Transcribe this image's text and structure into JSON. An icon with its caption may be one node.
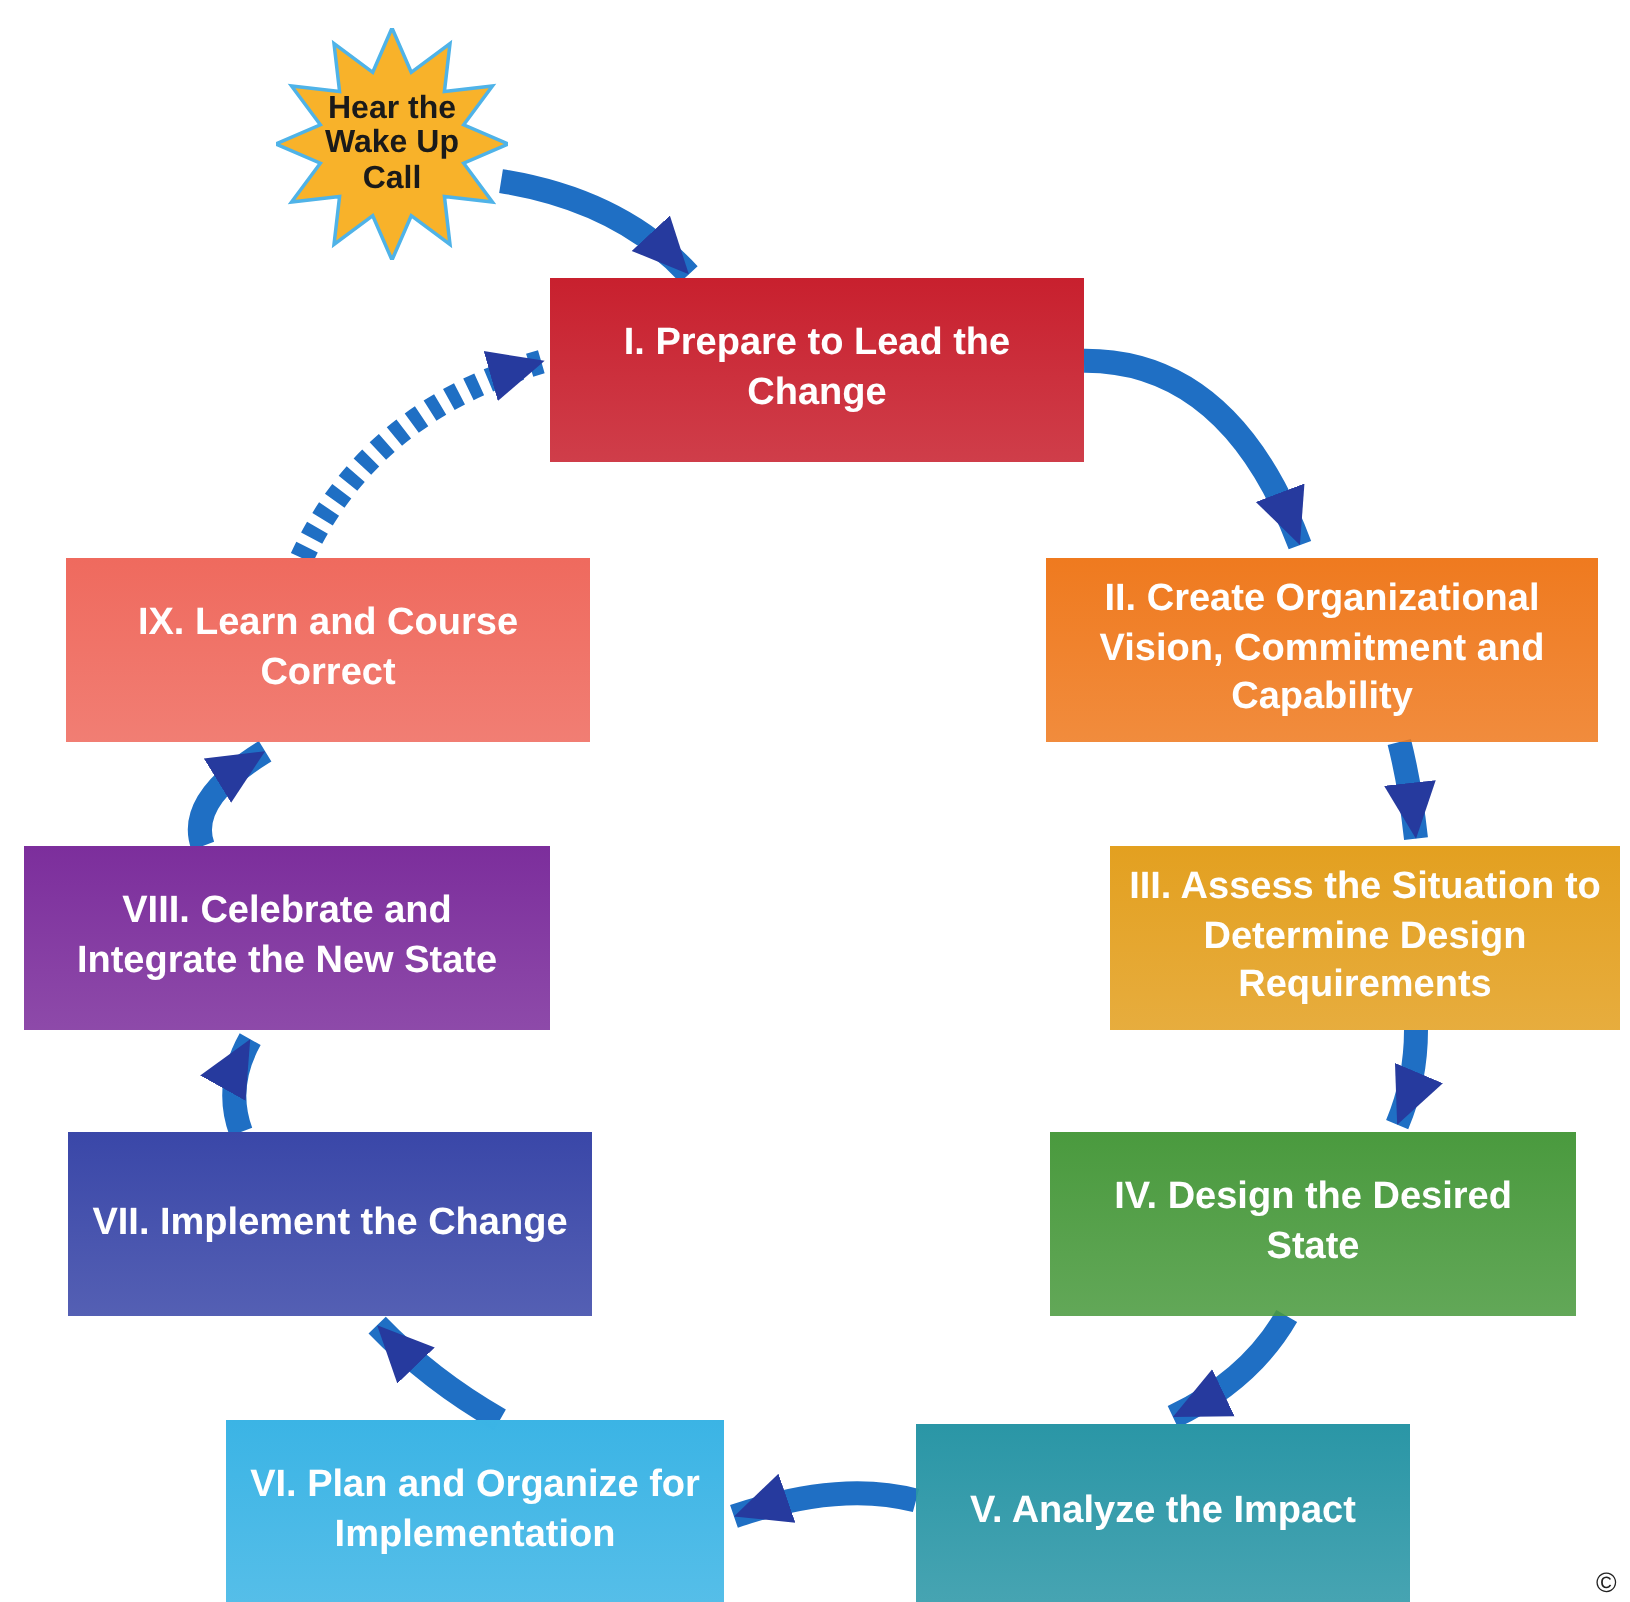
{
  "diagram": {
    "nodes": [
      {
        "text": [
          "Hear the Wake Up Call"
        ]
      },
      {
        "text": [
          "I.  Prepare to Lead the Change"
        ]
      },
      {
        "text": [
          "II.  Create Organizational Vision, Commitment and Capability"
        ]
      },
      {
        "text": [
          "III.  Assess the Situation to Determine Design Requirements"
        ]
      },
      {
        "text": [
          "IV.  Design the Desired State"
        ]
      },
      {
        "text": [
          "V.  Analyze the Impact"
        ]
      },
      {
        "text": [
          "VI.  Plan and Organize for Implementation"
        ]
      },
      {
        "text": [
          "VII.  Implement the Change"
        ]
      },
      {
        "text": [
          "VIII.  Celebrate and Integrate the New State"
        ]
      },
      {
        "text": [
          "IX.  Learn and Course Correct"
        ]
      }
    ],
    "edges": [
      {
        "from": 0,
        "to": 1,
        "arrow": "to"
      },
      {
        "from": 1,
        "to": 2,
        "arrow": "to"
      },
      {
        "from": 2,
        "to": 3,
        "arrow": "to"
      },
      {
        "from": 3,
        "to": 4,
        "arrow": "to"
      },
      {
        "from": 4,
        "to": 5,
        "arrow": "to"
      },
      {
        "from": 5,
        "to": 6,
        "arrow": "to"
      },
      {
        "from": 6,
        "to": 7,
        "arrow": "to"
      },
      {
        "from": 7,
        "to": 8,
        "arrow": "to"
      },
      {
        "from": 8,
        "to": 9,
        "arrow": "to"
      },
      {
        "from": 9,
        "to": 1,
        "arrow": "to",
        "style": "dashed"
      }
    ],
    "labels": [
      "©"
    ]
  }
}
